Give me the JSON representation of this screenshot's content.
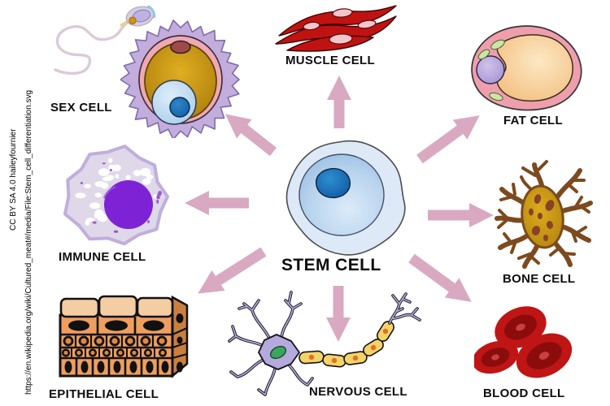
{
  "center": {
    "label": "STEM CELL"
  },
  "cells": {
    "muscle": {
      "label": "MUSCLE CELL"
    },
    "fat": {
      "label": "FAT CELL"
    },
    "bone": {
      "label": "BONE CELL"
    },
    "blood": {
      "label": "BLOOD CELL"
    },
    "nervous": {
      "label": "NERVOUS CELL"
    },
    "epithelial": {
      "label": "EPITHELIAL CELL"
    },
    "immune": {
      "label": "IMMUNE CELL"
    },
    "sex": {
      "label": "SEX CELL"
    }
  },
  "credit": {
    "license_line": "CC BY SA 4.0 haileyfournier",
    "source_line": "https://en.wikipedia.org/wiki/Cultured_meat#/media/File:Stem_cell_differentiation.svg"
  },
  "colors": {
    "arrow": "#d9a9c2",
    "background": "#ffffff",
    "label_text": "#0d0d0d",
    "stem_cell_body": "#dde9f6",
    "stem_cell_nucleus": "#0e57a0",
    "muscle_red": "#c11212",
    "fat_rim_pink": "#ee9fab",
    "fat_lipid": "#f6c488",
    "bone_brown": "#7c4a1e",
    "bone_center_gold": "#c08d10",
    "blood_red": "#b51414",
    "neuron_lavender": "#b5a9de",
    "myelin_yellow": "#f4d468",
    "epithelial_orange": "#ef9e5e",
    "immune_lavender": "#ded8e8",
    "immune_nucleus_purple": "#7d22d4",
    "egg_corona_purple": "#c2addc",
    "egg_yolk_gold": "#c49012"
  }
}
